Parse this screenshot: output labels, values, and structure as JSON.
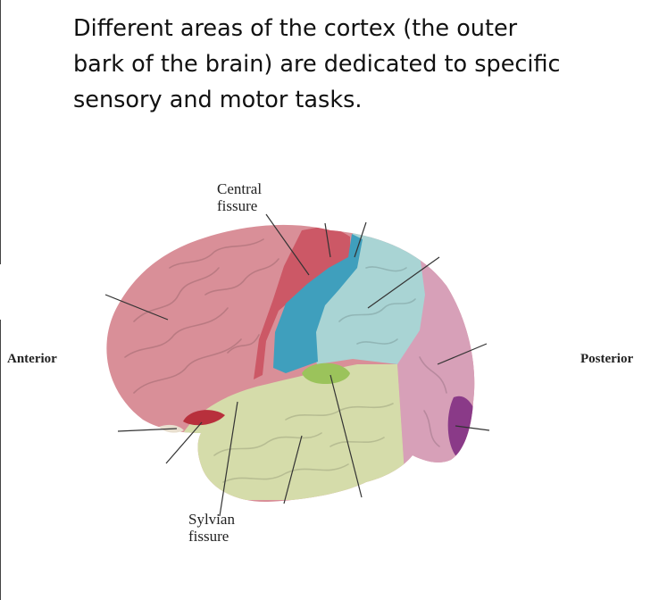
{
  "heading_lines": [
    "Different areas of the cortex (the outer",
    "bark of the brain) are dedicated to specific",
    "sensory and motor tasks."
  ],
  "labels": {
    "central_fissure": [
      "Central",
      "fissure"
    ],
    "sylvian_fissure": [
      "Sylvian",
      "fissure"
    ],
    "anterior": "Anterior",
    "posterior": "Posterior"
  },
  "colors": {
    "frontal": "#d98f98",
    "motor": "#cc5866",
    "somatosensory": "#3f9fbd",
    "parietal": "#a9d4d4",
    "temporal": "#d5dcaa",
    "occipital": "#d7a0b8",
    "visual": "#8a3a88",
    "auditory": "#9bc35b",
    "olfactory": "#b8303c"
  }
}
